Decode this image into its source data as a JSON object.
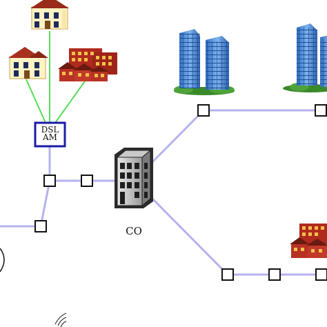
{
  "nodes": {
    "dslam": {
      "label_line1": "DSL",
      "label_line2": "AM"
    },
    "central_office": {
      "label": "CO"
    }
  },
  "colors": {
    "fiber_link": "#b3b3ee",
    "copper_link": "#55dd55",
    "dslam_border": "#1a1aa8",
    "switch_border": "#111111"
  }
}
